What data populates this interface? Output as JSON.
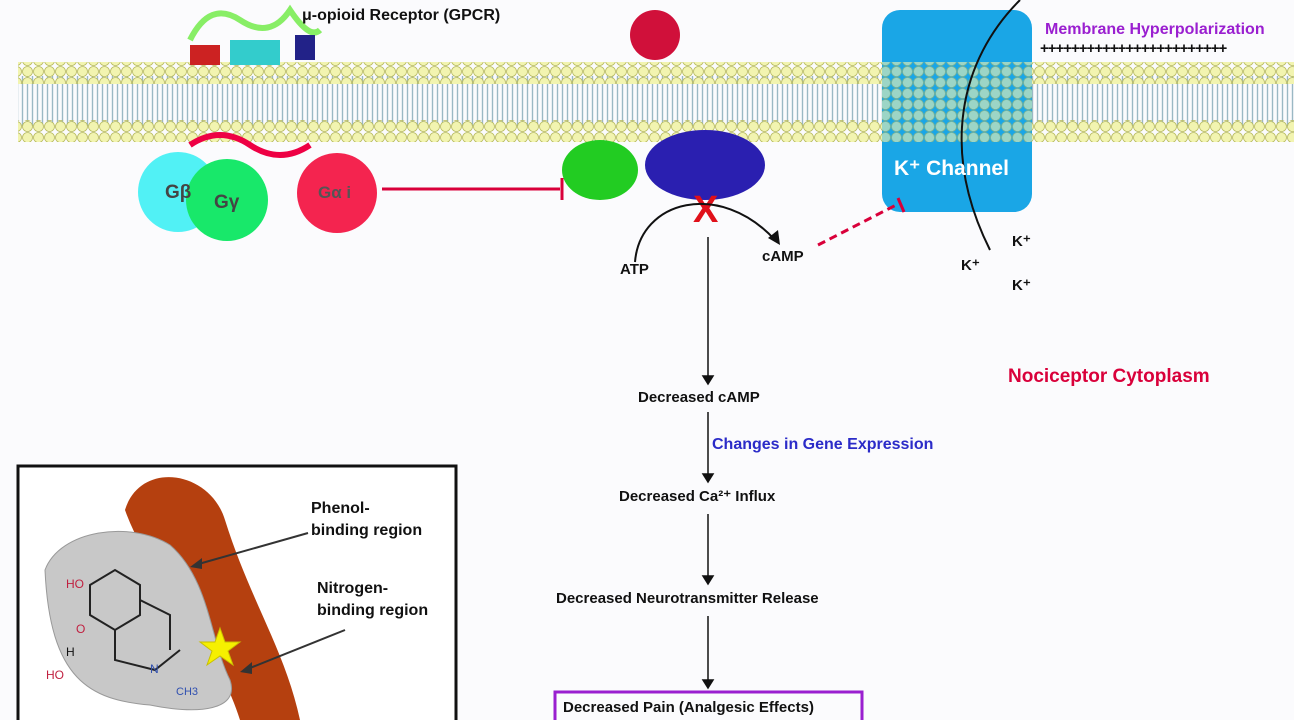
{
  "receptor_label": "μ-opioid Receptor (GPCR)",
  "membrane_label": "Membrane Hyperpolarization",
  "charge_row": "++++++++++++++++++++++++",
  "g_beta": "Gβ",
  "g_gamma": "Gγ",
  "g_alpha": "Gα i",
  "channel_label": "K⁺ Channel",
  "ions": [
    "K⁺",
    "K⁺",
    "K⁺"
  ],
  "atp": "ATP",
  "camp": "cAMP",
  "cytoplasm": "Nociceptor Cytoplasm",
  "steps": [
    "Decreased cAMP",
    "Decreased Ca²⁺ Influx",
    "Decreased Neurotransmitter Release",
    "Decreased Pain (Analgesic Effects)"
  ],
  "gene_expression": "Changes in Gene Expression",
  "inset": {
    "phenol": "Phenol-\nbinding region",
    "nitrogen": "Nitrogen-\nbinding region",
    "ho1": "HO",
    "ho2": "HO",
    "h": "H",
    "n": "N",
    "ch3": "CH3",
    "o": "O"
  },
  "colors": {
    "accent_red": "#d9003a",
    "purple": "#9a1fd0",
    "blue": "#2b2bc8",
    "channel": "#1aa6e6",
    "brown": "#b5400f"
  }
}
